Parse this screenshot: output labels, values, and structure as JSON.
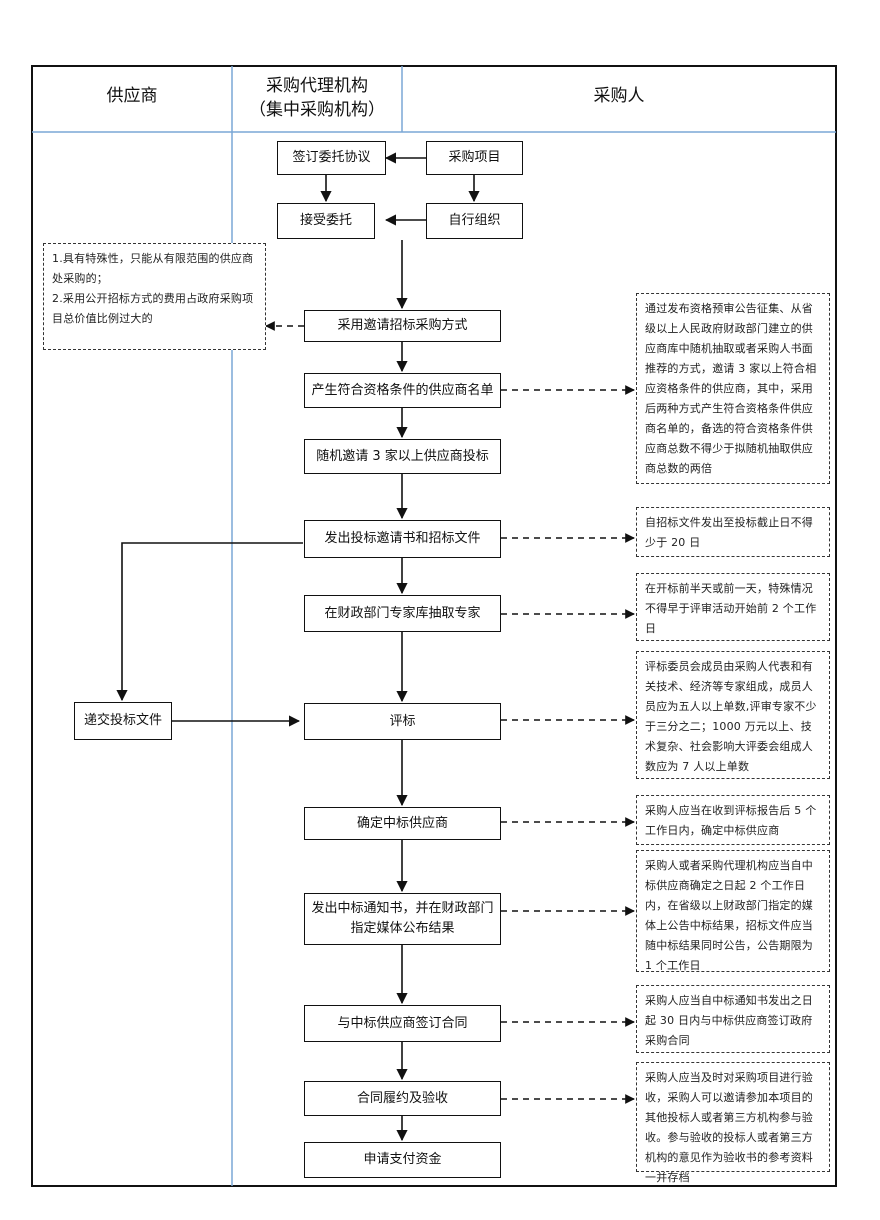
{
  "lanes": {
    "supplier": "供应商",
    "agency_line1": "采购代理机构",
    "agency_line2": "（集中采购机构）",
    "purchaser": "采购人"
  },
  "steps": {
    "sign_agreement": "签订委托协议",
    "purchase_project": "采购项目",
    "accept_commission": "接受委托",
    "self_organize": "自行组织",
    "invite_method": "采用邀请招标采购方式",
    "qualified_list": "产生符合资格条件的供应商名单",
    "random_invite": "随机邀请 3 家以上供应商投标",
    "issue_docs": "发出投标邀请书和招标文件",
    "extract_experts": "在财政部门专家库抽取专家",
    "submit_bid": "递交投标文件",
    "evaluate": "评标",
    "determine_winner": "确定中标供应商",
    "notice": "发出中标通知书，并在财政部门\n指定媒体公布结果",
    "sign_contract": "与中标供应商签订合同",
    "perform_accept": "合同履约及验收",
    "apply_payment": "申请支付资金"
  },
  "notes": {
    "conditions": "1.具有特殊性，只能从有限范围的供应商处采购的；\n2.采用公开招标方式的费用占政府采购项目总价值比例过大的",
    "qualification": "通过发布资格预审公告征集、从省级以上人民政府财政部门建立的供应商库中随机抽取或者采购人书面推荐的方式，邀请 3 家以上符合相应资格条件的供应商，其中，采用后两种方式产生符合资格条件供应商名单的，备选的符合资格条件供应商总数不得少于拟随机抽取供应商总数的两倍",
    "deadline": "自招标文件发出至投标截止日不得少于 20 日",
    "expert_time": "在开标前半天或前一天，特殊情况不得早于评审活动开始前 2 个工作日",
    "committee": "评标委员会成员由采购人代表和有关技术、经济等专家组成，成员人员应为五人以上单数,评审专家不少于三分之二；1000 万元以上、技术复杂、社会影响大评委会组成人数应为 7 人以上单数",
    "confirm_winner": "采购人应当在收到评标报告后 5 个工作日内，确定中标供应商",
    "announce": "采购人或者采购代理机构应当自中标供应商确定之日起 2 个工作日内，在省级以上财政部门指定的媒体上公告中标结果，招标文件应当随中标结果同时公告，公告期限为 1 个工作日",
    "contract_time": "采购人应当自中标通知书发出之日起 30 日内与中标供应商签订政府采购合同",
    "acceptance": "采购人应当及时对采购项目进行验收，采购人可以邀请参加本项目的其他投标人或者第三方机构参与验收。参与验收的投标人或者第三方机构的意见作为验收书的参考资料一并存档"
  }
}
